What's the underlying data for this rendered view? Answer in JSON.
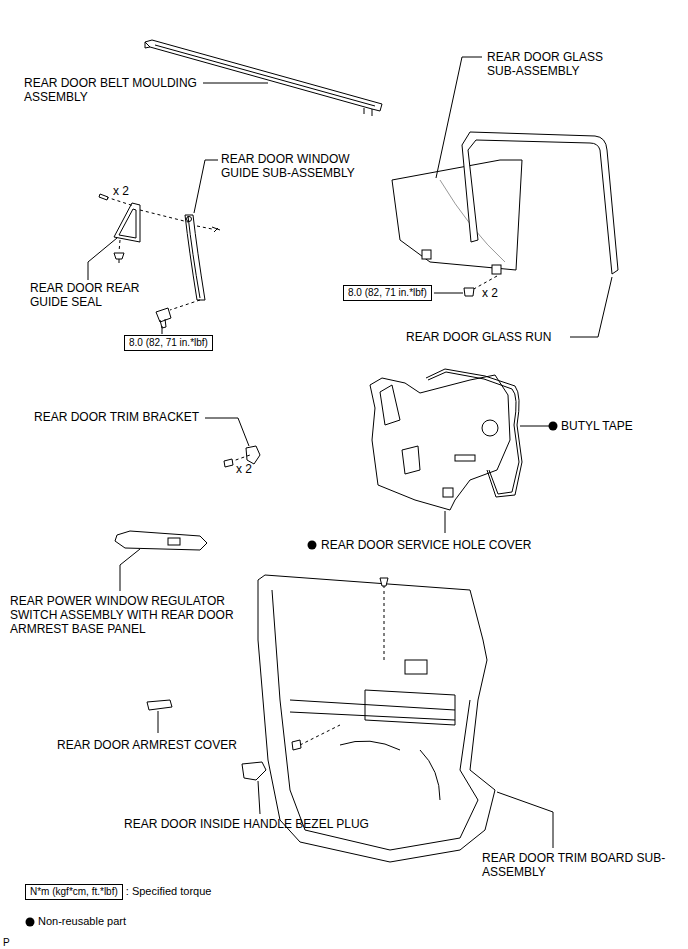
{
  "diagram": {
    "nodes": [
      {
        "text": [
          "8.0 (82, 71 in.*lbf)"
        ]
      },
      {
        "text": [
          "8.0 (82, 71 in.*lbf)"
        ]
      },
      {
        "text": [
          "N*m (kgf*cm, ft.*lbf)"
        ]
      }
    ],
    "labels": [
      "REAR DOOR BELT MOULDING ASSEMBLY",
      "REAR DOOR WINDOW GUIDE SUB-ASSEMBLY",
      "REAR DOOR GLASS SUB-ASSEMBLY",
      "x 2",
      "REAR DOOR REAR GUIDE SEAL",
      "x 2",
      "REAR DOOR GLASS RUN",
      "REAR DOOR TRIM BRACKET",
      "x 2",
      "BUTYL TAPE",
      "REAR DOOR SERVICE HOLE COVER",
      "REAR POWER WINDOW REGULATOR SWITCH ASSEMBLY WITH REAR DOOR ARMREST BASE PANEL",
      "REAR DOOR ARMREST COVER",
      "REAR DOOR INSIDE HANDLE BEZEL PLUG",
      "REAR DOOR TRIM BOARD SUB-ASSEMBLY",
      "P"
    ],
    "legend": [
      {
        "text": ": Specified torque"
      },
      {
        "text": "Non-reusable part"
      }
    ]
  }
}
